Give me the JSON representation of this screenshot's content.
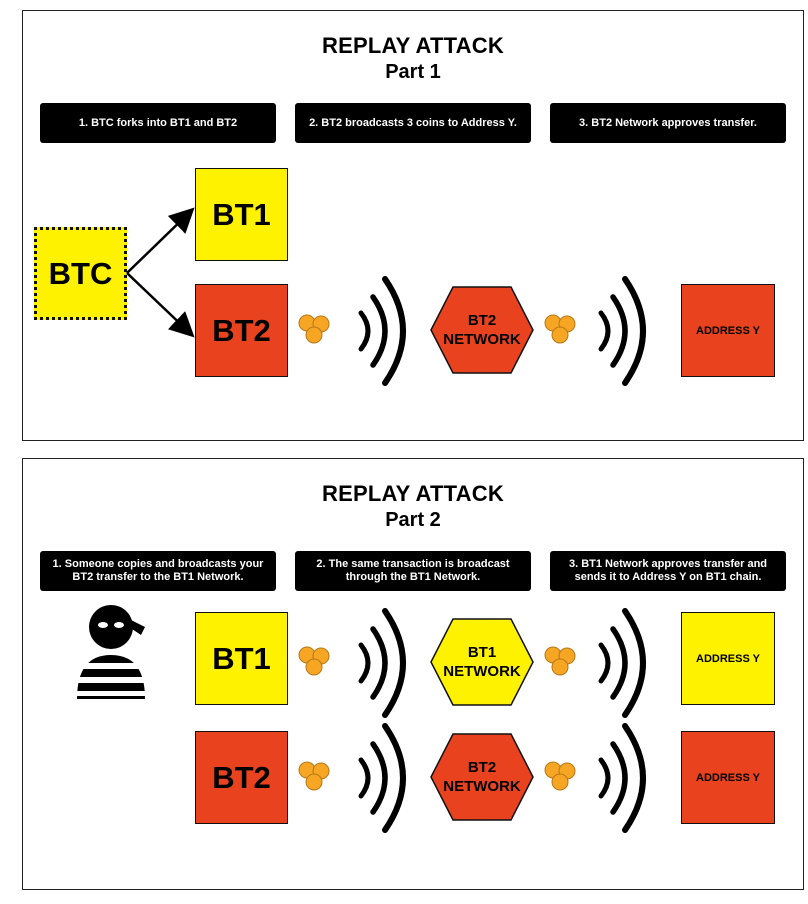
{
  "part1": {
    "title": "REPLAY ATTACK",
    "subtitle": "Part 1",
    "steps": [
      "1. BTC forks into BT1 and BT2",
      "2. BT2 broadcasts 3 coins to Address Y.",
      "3. BT2 Network approves transfer."
    ],
    "btc_label": "BTC",
    "bt1_label": "BT1",
    "bt2_label": "BT2",
    "network_line1": "BT2",
    "network_line2": "NETWORK",
    "address_label": "ADDRESS Y"
  },
  "part2": {
    "title": "REPLAY ATTACK",
    "subtitle": "Part 2",
    "steps": [
      "1. Someone copies and broadcasts your BT2 transfer to the BT1 Network.",
      "2. The same transaction is broadcast through the BT1 Network.",
      "3. BT1 Network approves transfer and sends it to Address Y on BT1 chain."
    ],
    "bt1_label": "BT1",
    "bt2_label": "BT2",
    "bt1_network_line1": "BT1",
    "bt1_network_line2": "NETWORK",
    "bt2_network_line1": "BT2",
    "bt2_network_line2": "NETWORK",
    "address_bt1_label": "ADDRESS Y",
    "address_bt2_label": "ADDRESS Y"
  },
  "colors": {
    "yellow": "#FFF200",
    "red": "#E8421F",
    "coin": "#F6A623",
    "step_bg": "#000000"
  },
  "icons": [
    "coins-icon",
    "broadcast-waves-icon",
    "thief-icon",
    "arrow-icon"
  ]
}
